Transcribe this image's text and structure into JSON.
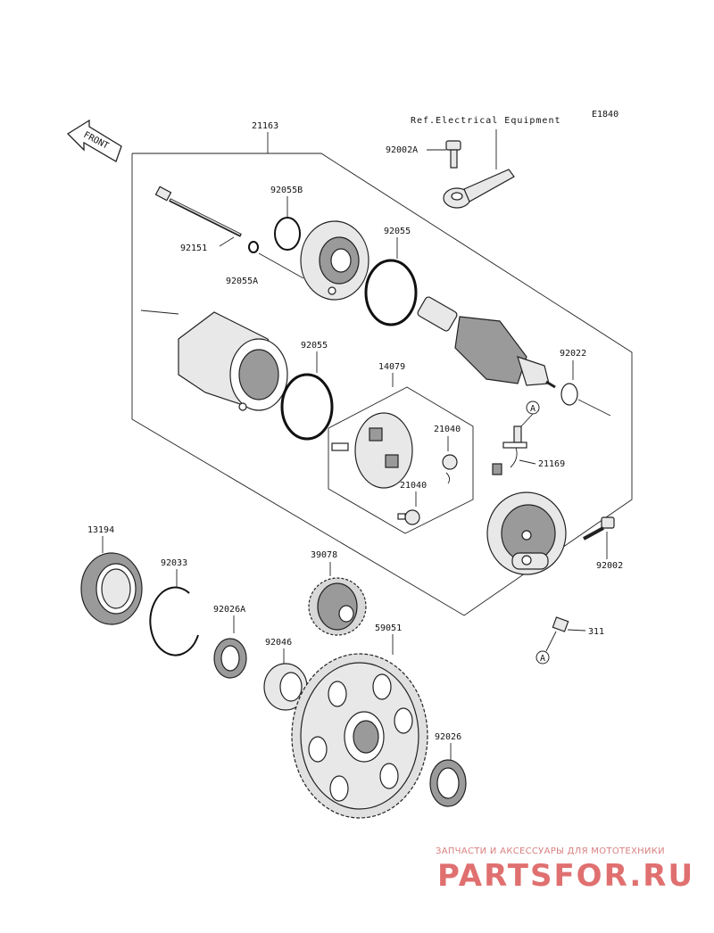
{
  "diagram_code": "E1840",
  "ref_text": "Ref.Electrical Equipment",
  "front_label": "FRONT",
  "callout_a": "A",
  "parts": {
    "p21163": "21163",
    "p92002A": "92002A",
    "p92055B": "92055B",
    "p92151": "92151",
    "p92055A": "92055A",
    "p92055_top": "92055",
    "p92055_mid": "92055",
    "p14079": "14079",
    "p92022": "92022",
    "p21040_top": "21040",
    "p21040_bot": "21040",
    "p21169": "21169",
    "p92002": "92002",
    "p13194": "13194",
    "p92033": "92033",
    "p92026A": "92026A",
    "p39078": "39078",
    "p92046": "92046",
    "p59051": "59051",
    "p92026": "92026",
    "p311": "311"
  },
  "watermark": {
    "subtitle": "ЗАПЧАСТИ И АКСЕССУАРЫ ДЛЯ МОТОТЕХНИКИ",
    "logo": "PARTSFOR.RU"
  }
}
